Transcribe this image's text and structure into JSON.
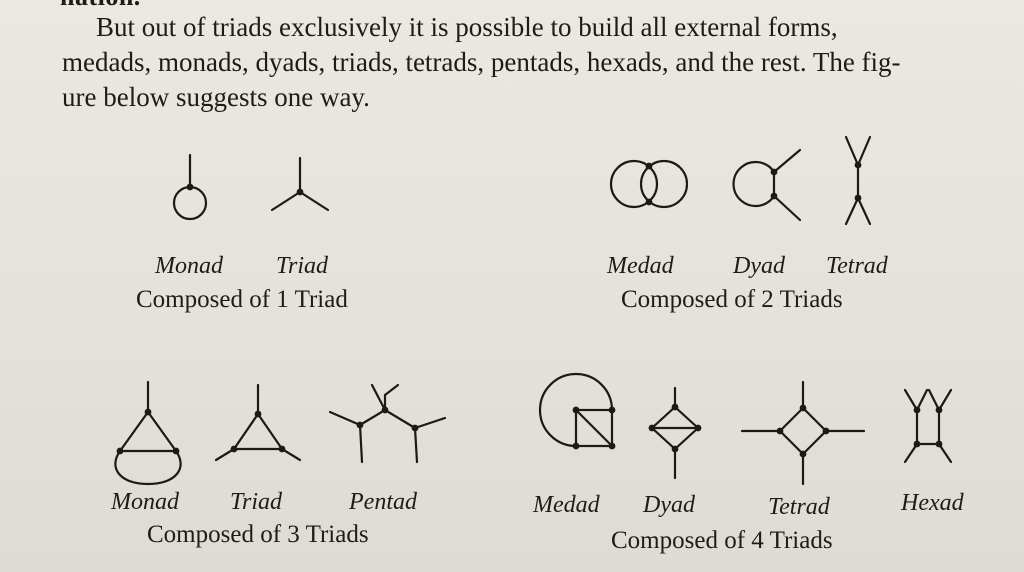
{
  "header_fragment": "nation.",
  "paragraph": {
    "line1": "But out of triads exclusively it is possible to build all external forms,",
    "line2": "medads, monads, dyads, triads, tetrads, pentads, hexads, and the rest. The fig-",
    "line3": "ure below suggests one way."
  },
  "group1": {
    "labels": [
      "Monad",
      "Triad"
    ],
    "caption": "Composed of 1 Triad"
  },
  "group2": {
    "labels": [
      "Medad",
      "Dyad",
      "Tetrad"
    ],
    "caption": "Composed of 2 Triads"
  },
  "group3": {
    "labels": [
      "Monad",
      "Triad",
      "Pentad"
    ],
    "caption": "Composed of 3 Triads"
  },
  "group4": {
    "labels": [
      "Medad",
      "Dyad",
      "Tetrad",
      "Hexad"
    ],
    "caption": "Composed of 4 Triads"
  }
}
